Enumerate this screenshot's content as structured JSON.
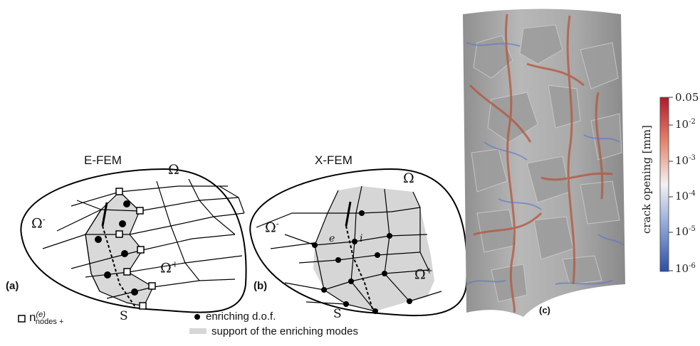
{
  "panel_a": {
    "title": "E-FEM",
    "label": "(a)",
    "omega": "Ω",
    "omega_minus": "Ω",
    "omega_plus": "Ω",
    "minus_sign": "-",
    "plus_sign": "+",
    "crack_label": "S"
  },
  "panel_b": {
    "title": "X-FEM",
    "label": "(b)",
    "omega": "Ω",
    "omega_minus": "Ω",
    "omega_plus": "Ω",
    "minus_sign": "-",
    "plus_sign": "+",
    "crack_label": "S",
    "elem_label": "e",
    "node_label": "i"
  },
  "legend": {
    "nodes_main": "n",
    "nodes_sup": "(e)",
    "nodes_sub": "nodes +",
    "enriching_dof": "enriching d.o.f.",
    "support": "support of the enriching modes"
  },
  "panel_c": {
    "label": "(c)",
    "colorbar": {
      "title": "crack opening [mm]",
      "max": "0.05",
      "ticks": [
        {
          "base": "10",
          "exp": "-2"
        },
        {
          "base": "10",
          "exp": "-3"
        },
        {
          "base": "10",
          "exp": "-4"
        },
        {
          "base": "10",
          "exp": "-5"
        },
        {
          "base": "10",
          "exp": "-6"
        }
      ],
      "colors": {
        "high": "#b2182b",
        "mid": "#f2f2f2",
        "low": "#2c4fa8"
      }
    }
  }
}
